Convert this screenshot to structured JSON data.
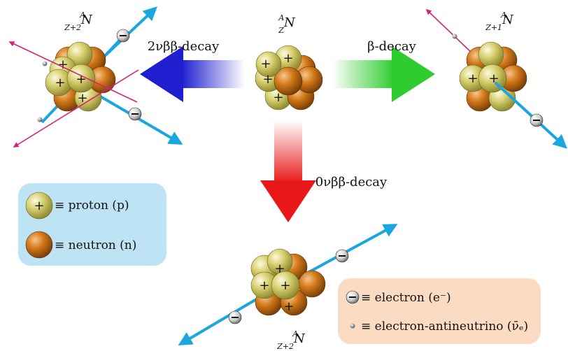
{
  "nuclei": {
    "parent": {
      "sup": "A",
      "sub": "Z",
      "sym": "N"
    },
    "beta": {
      "sup": "A",
      "sub": "Z+1",
      "sym": "N"
    },
    "two_nu": {
      "sup": "A",
      "sub": "Z+2",
      "sym": "N"
    },
    "zero_nu": {
      "sup": "A",
      "sub": "Z+2",
      "sym": "N"
    }
  },
  "decays": {
    "two_nu": "2νββ-decay",
    "beta": "β-decay",
    "zero_nu": "0νββ-decay"
  },
  "legend_left": {
    "proton": "≡ proton (p)",
    "neutron": "≡ neutron (n)"
  },
  "legend_right": {
    "electron": "≡ electron (e⁻)",
    "antineutrino": "≡ electron-antineutrino (ν̄ₑ)"
  },
  "symbols": {
    "plus": "+",
    "minus": "−"
  },
  "colors": {
    "proton": "#d8d070",
    "neutron": "#d47a1a",
    "electron_track": "#1aa6e0",
    "antineutrino_track": "#d8207a",
    "arrow_2nu": "#1f1fd0",
    "arrow_beta": "#2ecc2e",
    "arrow_0nu": "#e81818",
    "legend_left_bg": "#bde3f5",
    "legend_right_bg": "#fbdcc2"
  }
}
